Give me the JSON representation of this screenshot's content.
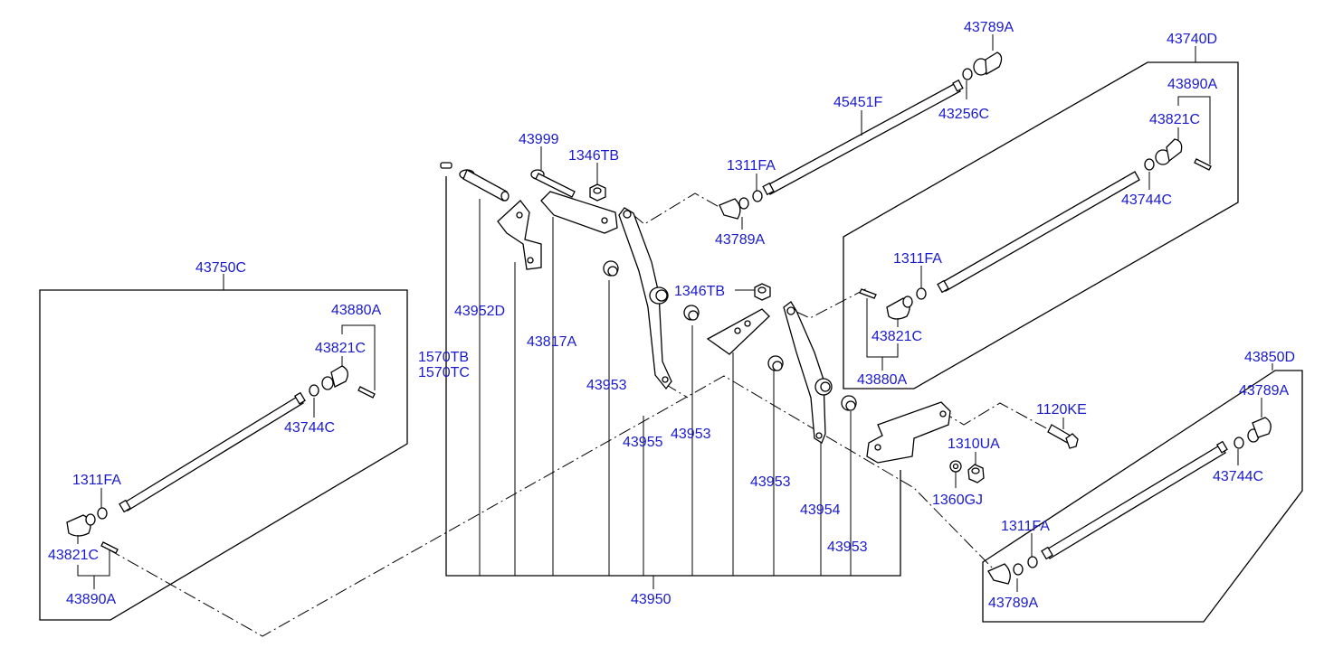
{
  "colors": {
    "label": "#1a1acc",
    "line": "#000000",
    "background": "#ffffff"
  },
  "labels": {
    "p43789A_top": "43789A",
    "p43740D": "43740D",
    "p45451F": "45451F",
    "p43256C": "43256C",
    "p43890A_right": "43890A",
    "p43821C_right_top": "43821C",
    "p43744C_right": "43744C",
    "p43999": "43999",
    "p1346TB_top": "1346TB",
    "p1311FA_top": "1311FA",
    "p43789A_mid": "43789A",
    "p43750C": "43750C",
    "p43952D": "43952D",
    "p43880A_left": "43880A",
    "p43821C_left_top": "43821C",
    "p1570TB": "1570TB",
    "p1570TC": "1570TC",
    "p43817A": "43817A",
    "p1346TB_mid": "1346TB",
    "p1311FA_right": "1311FA",
    "p43821C_right_bot": "43821C",
    "p43880A_right": "43880A",
    "p43953_a": "43953",
    "p43744C_left": "43744C",
    "p43955": "43955",
    "p43953_b": "43953",
    "p1120KE": "1120KE",
    "p43850D": "43850D",
    "p43789A_br_top": "43789A",
    "p1310UA": "1310UA",
    "p1311FA_left": "1311FA",
    "p43953_c": "43953",
    "p1360GJ": "1360GJ",
    "p43744C_br": "43744C",
    "p43954": "43954",
    "p1311FA_br": "1311FA",
    "p43821C_left_bot": "43821C",
    "p43953_d": "43953",
    "p43890A_left": "43890A",
    "p43950": "43950",
    "p43789A_br_bot": "43789A"
  }
}
